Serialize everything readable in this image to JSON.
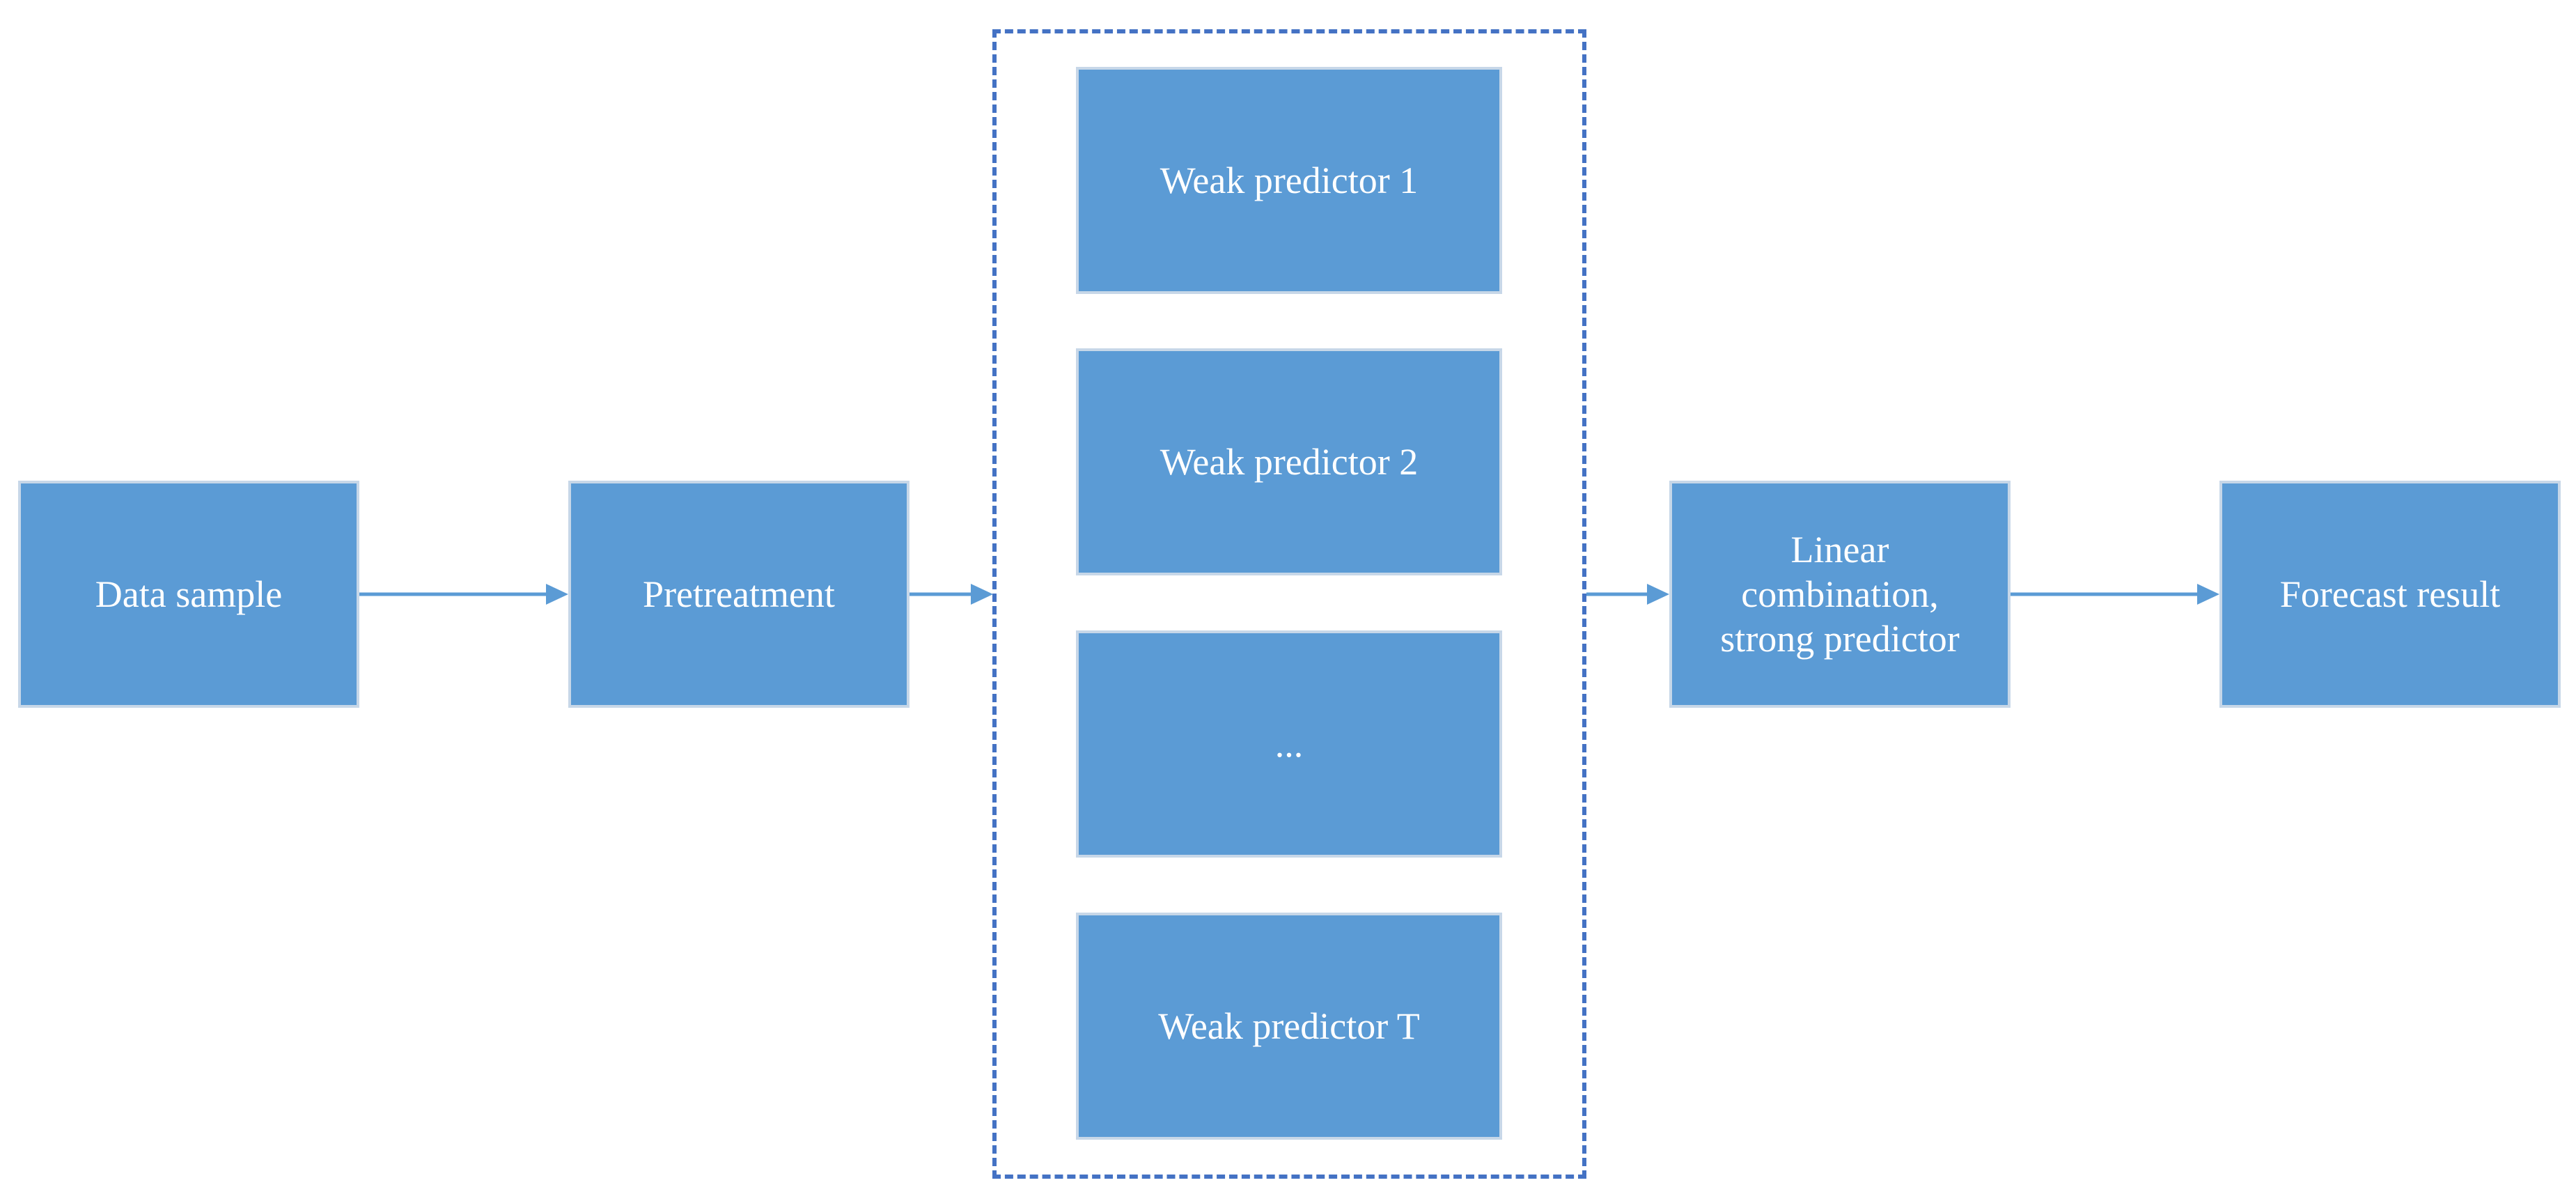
{
  "diagram": {
    "nodes": {
      "data_sample": "Data sample",
      "pretreatment": "Pretreatment",
      "weak_predictors": [
        "Weak predictor 1",
        "Weak predictor 2",
        "...",
        "Weak predictor T"
      ],
      "linear_combination": "Linear\ncombination,\nstrong predictor",
      "forecast_result": "Forecast result"
    },
    "edges": [
      {
        "from": "data_sample",
        "to": "pretreatment"
      },
      {
        "from": "pretreatment",
        "to": "weak_predictors"
      },
      {
        "from": "weak_predictors",
        "to": "linear_combination"
      },
      {
        "from": "linear_combination",
        "to": "forecast_result"
      }
    ],
    "colors": {
      "box_fill": "#5b9bd5",
      "box_border": "#c7d7e8",
      "arrow": "#5b9bd5",
      "group_border": "#4472c4",
      "text": "#ffffff"
    }
  }
}
